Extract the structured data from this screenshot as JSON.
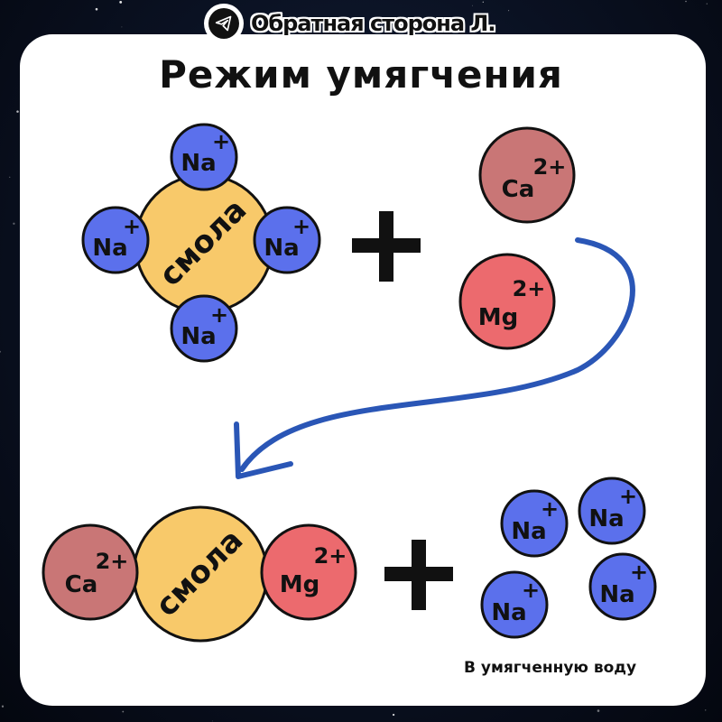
{
  "brand": {
    "icon": "telegram-icon",
    "name": "Обратная сторона Л."
  },
  "title": "Режим умягчения",
  "labels": {
    "resin": "смола",
    "plus": "+",
    "softened_water": "В умягченную воду"
  },
  "ions": {
    "na": {
      "symbol": "Na",
      "charge": "+"
    },
    "ca": {
      "symbol": "Ca",
      "charge": "2+"
    },
    "mg": {
      "symbol": "Mg",
      "charge": "2+"
    }
  },
  "colors": {
    "resin": "#f8c96a",
    "na": "#5b70ec",
    "ca": "#c97676",
    "mg": "#ec6a6e",
    "arrow": "#2a56b6",
    "outline": "#111111"
  }
}
